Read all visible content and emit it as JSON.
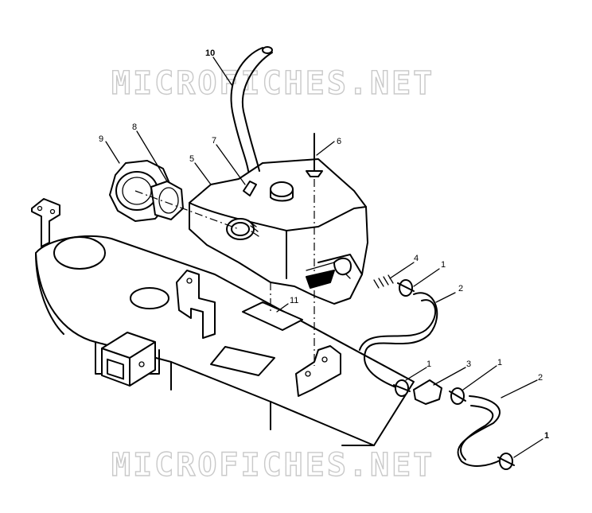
{
  "watermark": {
    "text_top": "MICROFICHES.NET",
    "text_bottom": "MICROFICHES.NET",
    "color": "#c9c9c9"
  },
  "callouts": [
    {
      "id": "c10",
      "label": "10"
    },
    {
      "id": "c9",
      "label": "9"
    },
    {
      "id": "c8",
      "label": "8"
    },
    {
      "id": "c7",
      "label": "7"
    },
    {
      "id": "c6",
      "label": "6"
    },
    {
      "id": "c5",
      "label": "5"
    },
    {
      "id": "c4",
      "label": "4"
    },
    {
      "id": "c1a",
      "label": "1"
    },
    {
      "id": "c2a",
      "label": "2"
    },
    {
      "id": "c11",
      "label": "11"
    },
    {
      "id": "c1b",
      "label": "1"
    },
    {
      "id": "c3",
      "label": "3"
    },
    {
      "id": "c1c",
      "label": "1"
    },
    {
      "id": "c2b",
      "label": "2"
    },
    {
      "id": "c1d",
      "label": "1"
    }
  ]
}
